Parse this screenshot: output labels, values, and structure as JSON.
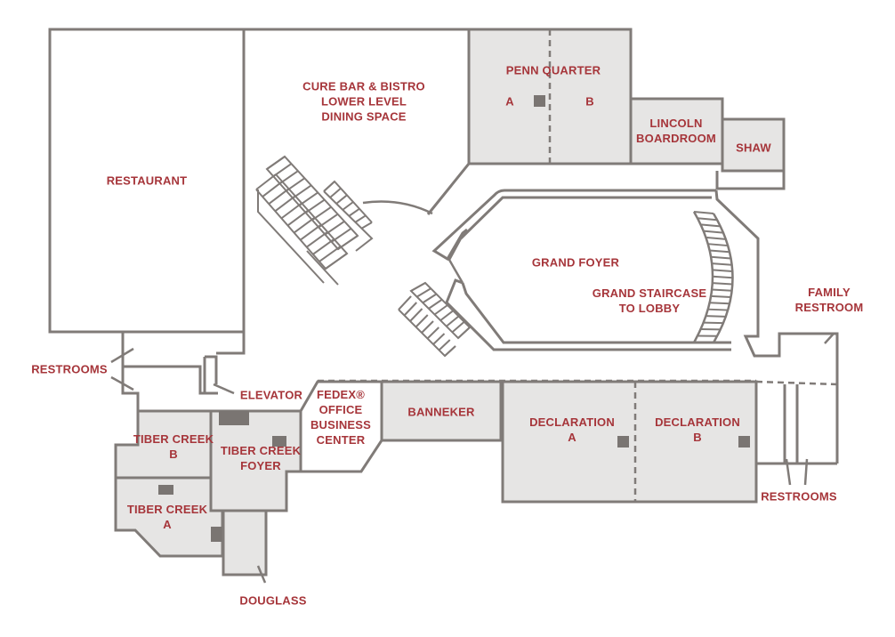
{
  "colors": {
    "label": "#a6353a",
    "wall": "#807b78",
    "room_fill": "#e6e5e4",
    "marker": "#7a7572",
    "background": "#ffffff"
  },
  "labels": {
    "restaurant": "RESTAURANT",
    "cure_bar": "CURE BAR & BISTRO\nLOWER LEVEL\nDINING SPACE",
    "penn_quarter": "PENN QUARTER",
    "penn_a": "A",
    "penn_b": "B",
    "lincoln": "LINCOLN\nBOARDROOM",
    "shaw": "SHAW",
    "grand_foyer": "GRAND FOYER",
    "grand_staircase": "GRAND STAIRCASE\nTO LOBBY",
    "family_restroom": "FAMILY\nRESTROOM",
    "restrooms_left": "RESTROOMS",
    "elevator": "ELEVATOR",
    "fedex": "FEDEX®\nOFFICE\nBUSINESS\nCENTER",
    "banneker": "BANNEKER",
    "declaration_a": "DECLARATION\nA",
    "declaration_b": "DECLARATION\nB",
    "restrooms_right": "RESTROOMS",
    "tiber_creek_b": "TIBER CREEK\nB",
    "tiber_creek_foyer": "TIBER CREEK\nFOYER",
    "tiber_creek_a": "TIBER CREEK\nA",
    "douglass": "DOUGLASS"
  }
}
